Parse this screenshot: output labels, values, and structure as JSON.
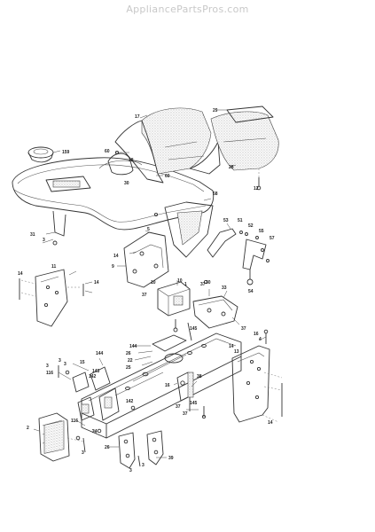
{
  "watermark": "AppliancePartsPros.com",
  "callouts": [
    {
      "text": "17"
    },
    {
      "text": "29"
    },
    {
      "text": "159"
    },
    {
      "text": "60"
    },
    {
      "text": "18"
    },
    {
      "text": "30"
    },
    {
      "text": "60"
    },
    {
      "text": "28"
    },
    {
      "text": "12"
    },
    {
      "text": "58"
    },
    {
      "text": "3"
    },
    {
      "text": "31"
    },
    {
      "text": "5"
    },
    {
      "text": "14"
    },
    {
      "text": "9"
    },
    {
      "text": "53"
    },
    {
      "text": "51"
    },
    {
      "text": "52"
    },
    {
      "text": "55"
    },
    {
      "text": "57"
    },
    {
      "text": "54"
    },
    {
      "text": "14"
    },
    {
      "text": "11"
    },
    {
      "text": "14"
    },
    {
      "text": "10"
    },
    {
      "text": "37"
    },
    {
      "text": "1"
    },
    {
      "text": "37"
    },
    {
      "text": "30"
    },
    {
      "text": "33"
    },
    {
      "text": "37"
    },
    {
      "text": "145"
    },
    {
      "text": "16"
    },
    {
      "text": "4"
    },
    {
      "text": "144"
    },
    {
      "text": "26"
    },
    {
      "text": "22"
    },
    {
      "text": "25"
    },
    {
      "text": "14"
    },
    {
      "text": "13"
    },
    {
      "text": "3"
    },
    {
      "text": "142"
    },
    {
      "text": "116"
    },
    {
      "text": "3"
    },
    {
      "text": "3"
    },
    {
      "text": "15"
    },
    {
      "text": "144"
    },
    {
      "text": "143"
    },
    {
      "text": "16"
    },
    {
      "text": "38"
    },
    {
      "text": "142"
    },
    {
      "text": "116"
    },
    {
      "text": "37"
    },
    {
      "text": "145"
    },
    {
      "text": "37"
    },
    {
      "text": "14"
    },
    {
      "text": "2"
    },
    {
      "text": "3"
    },
    {
      "text": "24"
    },
    {
      "text": "26"
    },
    {
      "text": "3"
    },
    {
      "text": "39"
    },
    {
      "text": "3"
    },
    {
      "text": "10"
    }
  ]
}
